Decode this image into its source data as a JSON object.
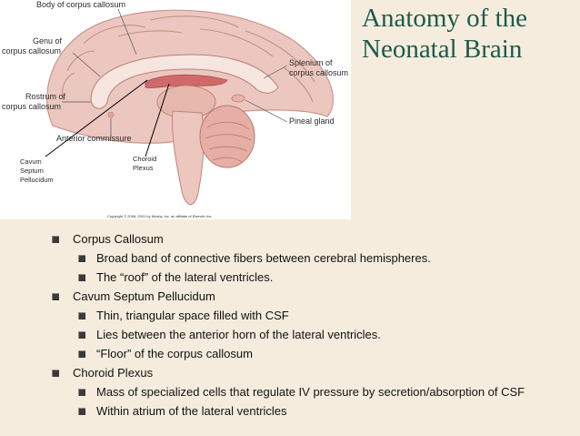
{
  "slide": {
    "title_lines": [
      "Anatomy of the",
      "Neonatal Brain"
    ]
  },
  "figure": {
    "labels": {
      "body_corpus_callosum": "Body of corpus callosum",
      "genu_line1": "Genu of",
      "genu_line2": "corpus callosum",
      "rostrum_line1": "Rostrum of",
      "rostrum_line2": "corpus callosum",
      "anterior_commissure": "Anterior commissure",
      "splenium_line1": "Splenium of",
      "splenium_line2": "corpus callosum",
      "pineal_gland": "Pineal gland",
      "cavum_line1": "Cavum",
      "cavum_line2": "Septum",
      "cavum_line3": "Pellucidum",
      "choroid_line1": "Choroid",
      "choroid_line2": "Plexus"
    },
    "copyright": "Copyright © 2006, 2001 by Mosby, Inc. an affiliate of Elsevier Inc."
  },
  "bullets": [
    {
      "text": "Corpus Callosum",
      "subs": [
        "Broad band of connective fibers between cerebral hemispheres.",
        "The “roof” of the lateral ventricles."
      ]
    },
    {
      "text": "Cavum Septum Pellucidum",
      "subs": [
        "Thin, triangular space filled with CSF",
        "Lies between the anterior horn of the lateral ventricles.",
        "“Floor” of the corpus callosum"
      ]
    },
    {
      "text": "Choroid Plexus",
      "subs": [
        "Mass of specialized cells that regulate IV pressure by secretion/absorption of CSF",
        "Within atrium of the lateral ventricles"
      ]
    }
  ],
  "colors": {
    "background": "#f6ecde",
    "title": "#1b5b4c",
    "brain_pink": "#ecc7bf",
    "brain_red": "#d06a6a"
  }
}
